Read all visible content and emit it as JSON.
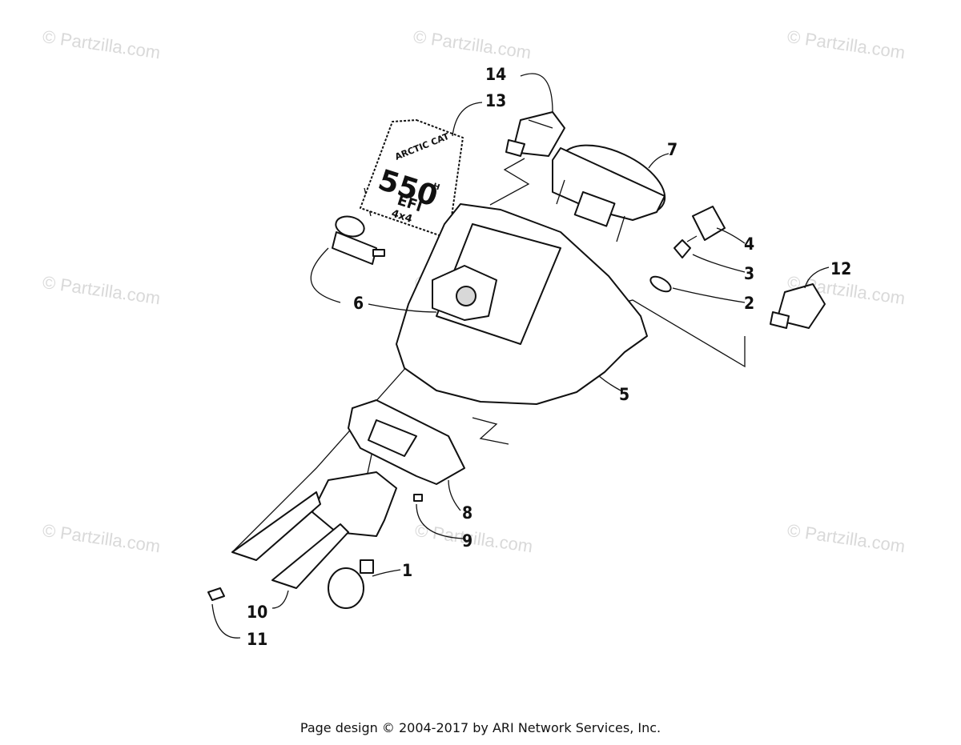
{
  "watermark": "© Partzilla.com",
  "footer": "Page design © 2004-2017 by ARI Network Services, Inc.",
  "decal": {
    "brand": "ARCTIC CAT",
    "model": "550",
    "suffix": "H",
    "efi": "EFI",
    "drive": "4x4"
  },
  "callouts": {
    "c1": "1",
    "c2": "2",
    "c3": "3",
    "c4": "4",
    "c5": "5",
    "c6": "6",
    "c7": "7",
    "c8": "8",
    "c9": "9",
    "c10": "10",
    "c11": "11",
    "c12": "12",
    "c13": "13",
    "c14": "14"
  },
  "colors": {
    "ink": "#111111",
    "watermark": "#d9d9d9",
    "background": "#ffffff"
  }
}
